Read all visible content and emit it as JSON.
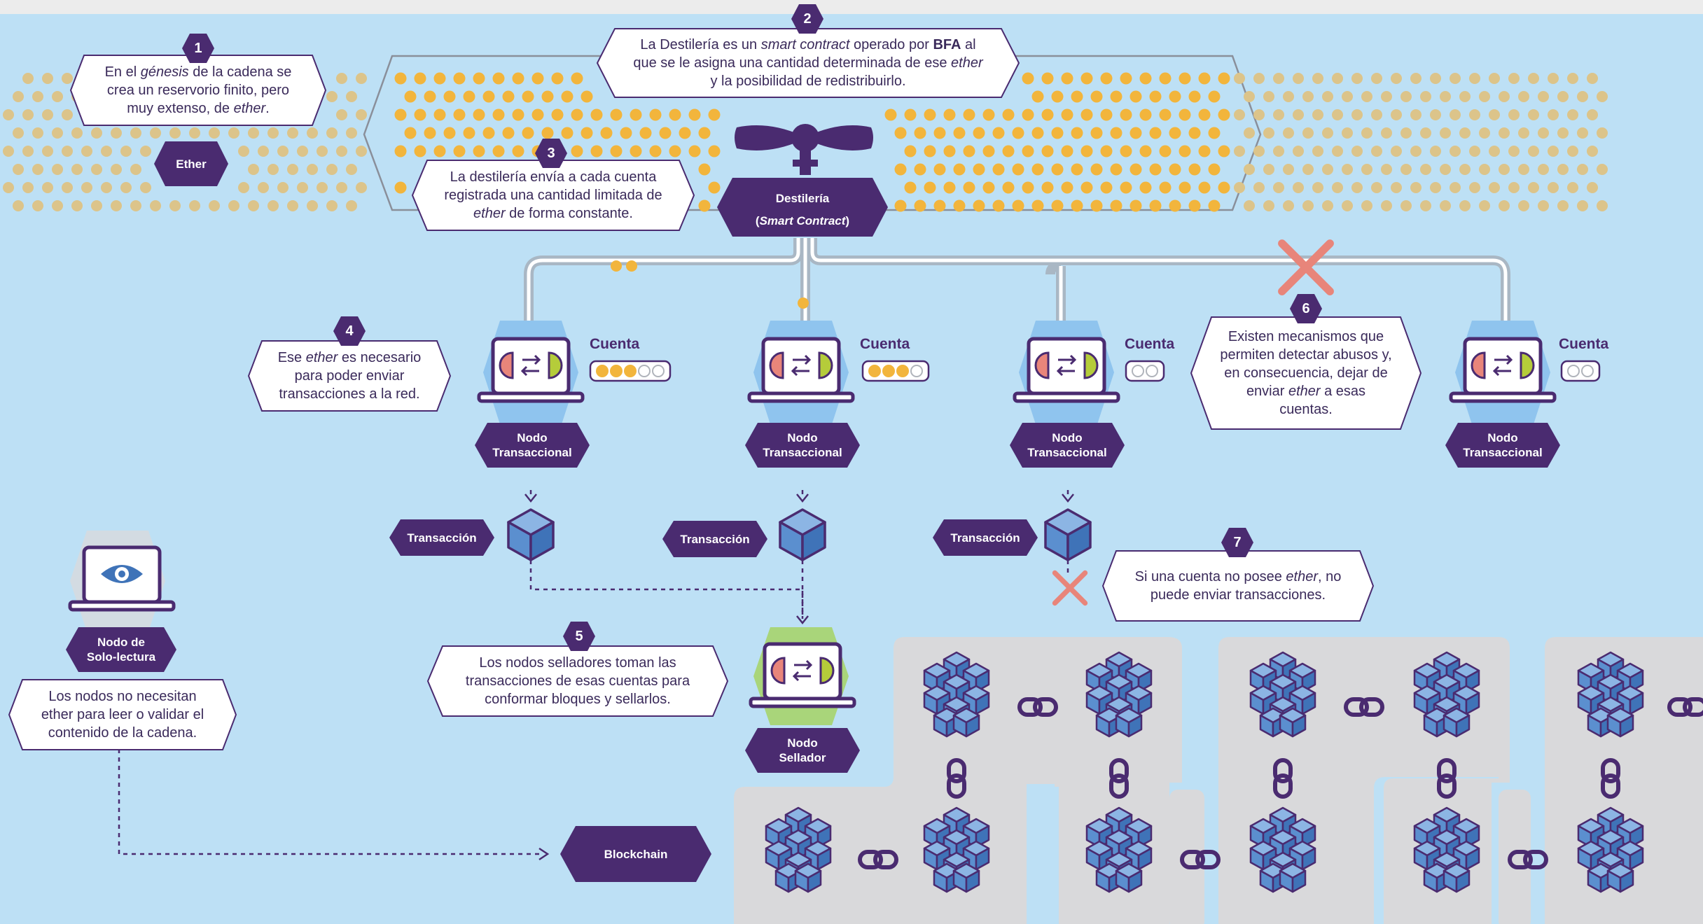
{
  "callouts": {
    "c1": {
      "number": "1",
      "text_a": "En el ",
      "text_em": "génesis",
      "text_b": " de la cadena se crea un reservorio finito, pero muy extenso, de ",
      "text_em2": "ether",
      "text_c": "."
    },
    "c2": {
      "number": "2",
      "text_a": "La Destilería es un ",
      "text_em": "smart contract",
      "text_b": " operado por ",
      "text_strong": "BFA",
      "text_c": " al que se le asigna una cantidad determinada de ese ",
      "text_em2": "ether",
      "text_d": " y la posibilidad de redistribuirlo."
    },
    "c3": {
      "number": "3",
      "text_a": "La destilería envía a cada cuenta registrada una cantidad limitada de ",
      "text_em": "ether",
      "text_b": " de forma constante."
    },
    "c4": {
      "number": "4",
      "text_a": "Ese ",
      "text_em": "ether",
      "text_b": " es necesario para poder enviar transacciones a la red."
    },
    "c5": {
      "number": "5",
      "text": "Los nodos selladores toman las transacciones de esas cuentas para conformar bloques y sellarlos."
    },
    "c6": {
      "number": "6",
      "text_a": "Existen mecanismos que permiten detectar abusos y, en consecuencia, dejar de enviar ",
      "text_em": "ether",
      "text_b": " a esas cuentas."
    },
    "c7": {
      "number": "7",
      "text_a": "Si una cuenta no posee ",
      "text_em": "ether",
      "text_b": ", no puede enviar transacciones."
    },
    "c8": {
      "text": "Los nodos no necesitan ether para leer o validar el contenido de la cadena."
    }
  },
  "labels": {
    "ether": "Ether",
    "destileria_title": "Destilería",
    "destileria_sub_open": "(",
    "destileria_sub_em": "Smart Contract",
    "destileria_sub_close": ")",
    "cuenta": "Cuenta",
    "nodo_transaccional": [
      "Nodo",
      "Transaccional"
    ],
    "transaccion": "Transacción",
    "nodo_sellador": [
      "Nodo",
      "Sellador"
    ],
    "nodo_solo_lectura": [
      "Nodo de",
      "Solo-lectura"
    ],
    "blockchain": "Blockchain"
  },
  "accounts": [
    {
      "name": "Cuenta",
      "ether_filled": 3,
      "ether_total": 5
    },
    {
      "name": "Cuenta",
      "ether_filled": 3,
      "ether_total": 4
    },
    {
      "name": "Cuenta",
      "ether_filled": 0,
      "ether_total": 2
    },
    {
      "name": "Cuenta",
      "ether_filled": 0,
      "ether_total": 2
    }
  ],
  "colors": {
    "background": "#bde0f5",
    "dark_purple": "#4a2b70",
    "gold": "#f2b53c",
    "gold_faint": "#dcc48a",
    "cube": "#5b8fcf",
    "cross": "#e8857a",
    "panel": "#d9d9db"
  }
}
